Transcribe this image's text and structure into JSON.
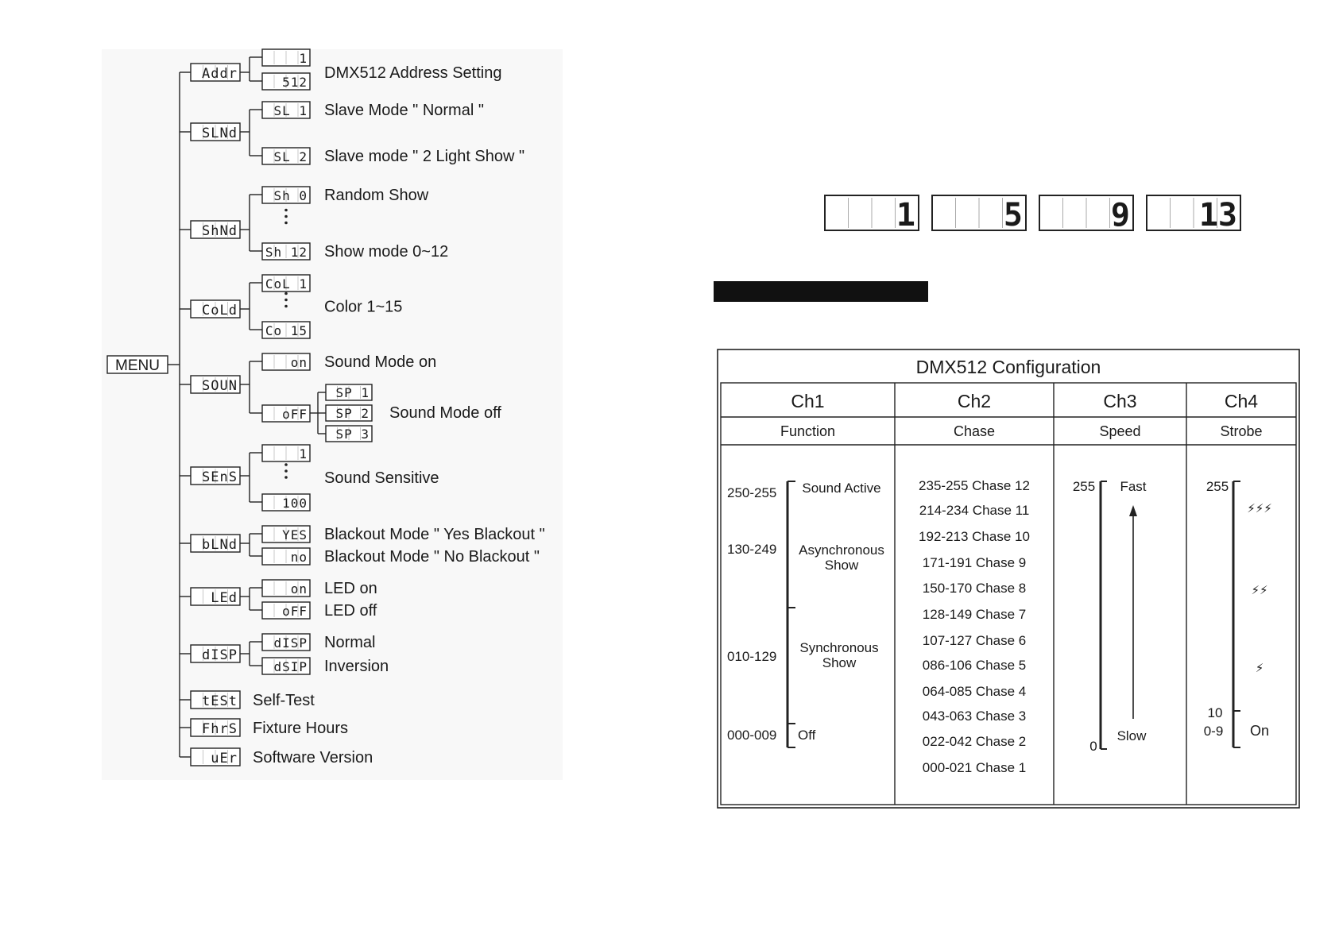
{
  "menu": {
    "root_label": "MENU",
    "items": [
      {
        "code": "Addr",
        "options": [
          {
            "display": "1",
            "desc": ""
          },
          {
            "display": "512",
            "desc": ""
          }
        ],
        "desc": "DMX512 Address Setting"
      },
      {
        "code": "SLNd",
        "options": [
          {
            "display": "SL 1",
            "desc": "Slave Mode \" Normal \""
          },
          {
            "display": "SL 2",
            "desc": "Slave mode \" 2 Light Show \""
          }
        ]
      },
      {
        "code": "ShNd",
        "options": [
          {
            "display": "Sh 0",
            "desc": "Random Show"
          },
          {
            "display": "Sh 12",
            "desc": "Show mode 0~12"
          }
        ],
        "ellipsis": true
      },
      {
        "code": "CoLd",
        "options": [
          {
            "display": "CoL 1",
            "desc": ""
          },
          {
            "display": "Co 15",
            "desc": ""
          }
        ],
        "ellipsis": true,
        "desc": "Color 1~15"
      },
      {
        "code": "SOUN",
        "options": [
          {
            "display": "on",
            "desc": "Sound Mode on"
          },
          {
            "display": "oFF",
            "desc": "",
            "sub": [
              "SP 1",
              "SP 2",
              "SP 3"
            ],
            "sub_desc": "Sound Mode off"
          }
        ]
      },
      {
        "code": "SEnS",
        "options": [
          {
            "display": "1",
            "desc": ""
          },
          {
            "display": "100",
            "desc": ""
          }
        ],
        "ellipsis": true,
        "desc": "Sound  Sensitive"
      },
      {
        "code": "bLNd",
        "options": [
          {
            "display": "YES",
            "desc": "Blackout Mode \" Yes Blackout \""
          },
          {
            "display": "no",
            "desc": "Blackout Mode \" No Blackout \""
          }
        ]
      },
      {
        "code": "LEd",
        "options": [
          {
            "display": "on",
            "desc": "LED on"
          },
          {
            "display": "oFF",
            "desc": "LED off"
          }
        ]
      },
      {
        "code": "dISP",
        "options": [
          {
            "display": "dISP",
            "desc": "Normal"
          },
          {
            "display": "dSIP",
            "desc": "Inversion"
          }
        ]
      },
      {
        "code": "tESt",
        "desc": "Self-Test"
      },
      {
        "code": "FhrS",
        "desc": "Fixture Hours"
      },
      {
        "code": "uEr",
        "desc": "Software Version"
      }
    ]
  },
  "address_displays": [
    "1",
    "5",
    "9",
    "13"
  ],
  "config": {
    "title": "DMX512 Configuration",
    "headers": [
      {
        "ch": "Ch1",
        "name": "Function"
      },
      {
        "ch": "Ch2",
        "name": "Chase"
      },
      {
        "ch": "Ch3",
        "name": "Speed"
      },
      {
        "ch": "Ch4",
        "name": "Strobe"
      }
    ],
    "ch1": {
      "ranges": [
        "250-255",
        "130-249",
        "010-129",
        "000-009"
      ],
      "labels": [
        "Sound Active",
        "Asynchronous\nShow",
        "Synchronous\nShow",
        "Off"
      ]
    },
    "ch2": [
      "235-255 Chase 12",
      "214-234 Chase 11",
      "192-213 Chase 10",
      "171-191 Chase 9",
      "150-170 Chase 8",
      "128-149 Chase 7",
      "107-127 Chase 6",
      "086-106 Chase 5",
      "064-085 Chase 4",
      "043-063 Chase 3",
      "022-042 Chase 2",
      "000-021 Chase 1"
    ],
    "ch3": {
      "top_value": "255",
      "bottom_value": "0",
      "top_label": "Fast",
      "bottom_label": "Slow"
    },
    "ch4": {
      "top_value": "255",
      "mid_value": "10",
      "low_value": "0-9",
      "low_label": "On",
      "strobe_levels": [
        "⚡⚡⚡",
        "⚡⚡",
        "⚡"
      ]
    }
  }
}
